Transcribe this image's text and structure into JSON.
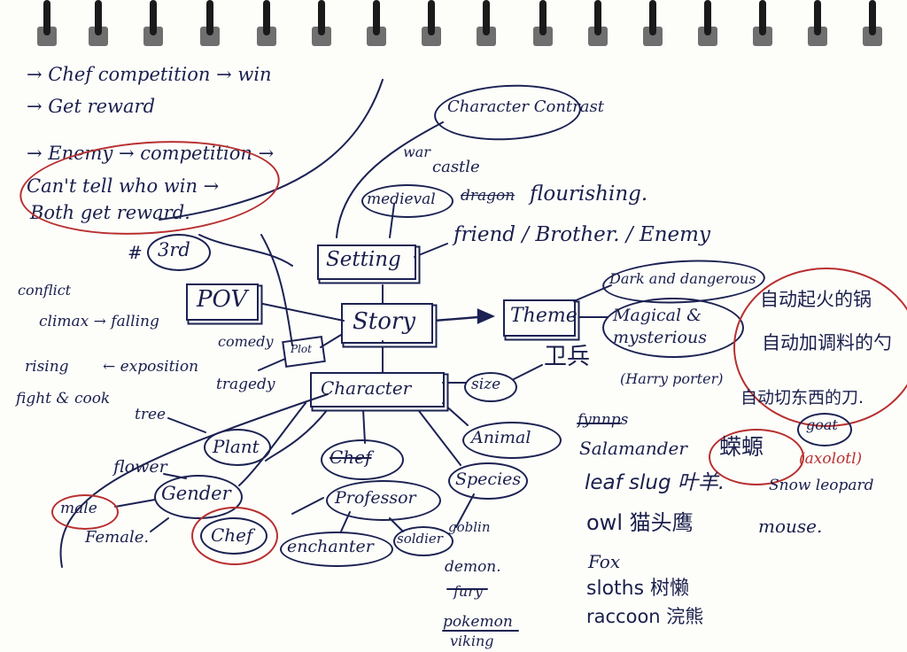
{
  "colors": {
    "ink": "#1a1f4c",
    "blue_ink": "#2a3a8a",
    "red_ink": "#b7302f",
    "paper": "#fdfdfa"
  },
  "notes": {
    "line1": "→ Chef competition → win",
    "line2": "→ Get reward",
    "line3": "→ Enemy → competition →",
    "line4": "Can't tell who win →",
    "line5": "Both get reward."
  },
  "nodes": {
    "story": "Story",
    "setting": "Setting",
    "pov": "POV",
    "third": "3rd",
    "third_prefix": "#",
    "plot": "Plot",
    "character": "Character",
    "theme": "Theme",
    "character_contrast": "Character Contrast",
    "medieval": "medieval",
    "war": "war",
    "castle": "castle",
    "dragon": "dragon",
    "flourishing": "flourishing.",
    "relations": "friend / Brother. / Enemy",
    "dark": "Dark and dangerous",
    "magical": "Magical & mysterious",
    "harry": "(Harry porter)",
    "size": "size",
    "size_glyph": "卫兵",
    "conflict": "conflict",
    "climax": "climax → falling",
    "rising": "rising",
    "exposition": "← exposition",
    "fight": "fight & cook",
    "comedy": "comedy",
    "tragedy": "tragedy",
    "tree": "tree",
    "plant": "Plant",
    "flower": "flower",
    "gender": "Gender",
    "male": "male",
    "female": "Female.",
    "chef_struck": "Chef",
    "chef": "Chef",
    "professor": "Professor",
    "enchanter": "enchanter",
    "soldier": "soldier",
    "goblin": "goblin",
    "species": "Species",
    "animal": "Animal",
    "demon": "demon.",
    "fury": "fury",
    "pokemon": "pokemon",
    "viking": "viking",
    "fynnps": "fynnps",
    "salamander": "Salamander",
    "axolotl_cn": "蝾螈",
    "axolotl": "(axolotl)",
    "goat": "goat",
    "leaf_slug": "leaf slug 叶羊.",
    "snow_leopard": "Snow leopard",
    "owl": "owl 猫头鹰",
    "mouse": "mouse.",
    "fox": "Fox",
    "sloths": "sloths 树懒",
    "raccoon": "raccoon 浣熊",
    "auto1": "自动起火的锅",
    "auto2": "自动加调料的勺",
    "auto3": "自动切东西的刀."
  }
}
